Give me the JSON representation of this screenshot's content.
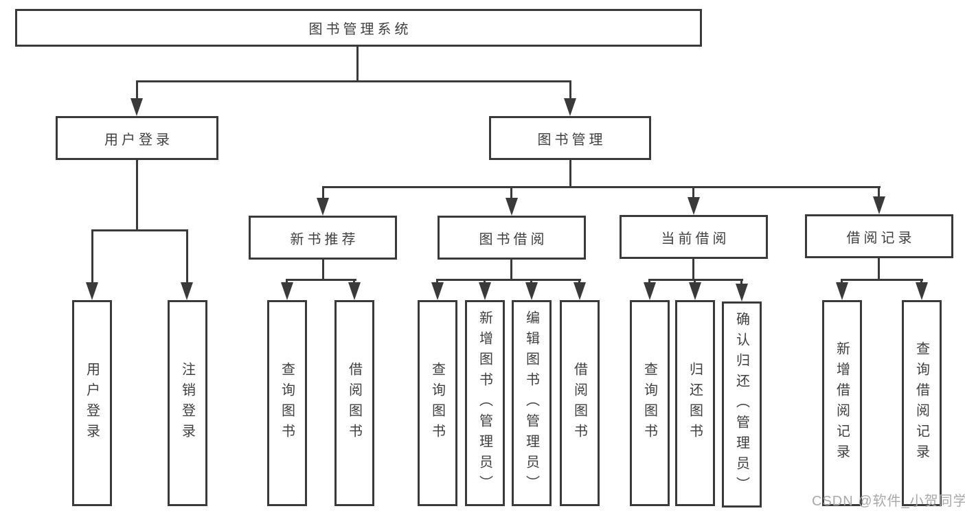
{
  "colors": {
    "line": "#3a3a3a",
    "box_border": "#3a3a3a",
    "box_fill": "#ffffff",
    "label": "#3f3f3f",
    "watermark": "#a9a9a9"
  },
  "tree": {
    "root": {
      "label": "图书管理系统"
    },
    "branches": [
      {
        "label": "用户登录"
      },
      {
        "label": "图书管理"
      }
    ],
    "sections": [
      {
        "label": "新书推荐",
        "parent": "图书管理"
      },
      {
        "label": "图书借阅",
        "parent": "图书管理"
      },
      {
        "label": "当前借阅",
        "parent": "图书管理"
      },
      {
        "label": "借阅记录",
        "parent": "图书管理"
      }
    ],
    "leaves": [
      {
        "label": "用户登录",
        "parent": "用户登录"
      },
      {
        "label": "注销登录",
        "parent": "用户登录"
      },
      {
        "label": "查询图书",
        "parent": "新书推荐"
      },
      {
        "label": "借阅图书",
        "parent": "新书推荐"
      },
      {
        "label": "查询图书",
        "parent": "图书借阅"
      },
      {
        "label": "新增图书（管理员）",
        "parent": "图书借阅"
      },
      {
        "label": "编辑图书（管理员）",
        "parent": "图书借阅"
      },
      {
        "label": "借阅图书",
        "parent": "图书借阅"
      },
      {
        "label": "查询图书",
        "parent": "当前借阅"
      },
      {
        "label": "归还图书",
        "parent": "当前借阅"
      },
      {
        "label": "确认归还（管理员）",
        "parent": "当前借阅"
      },
      {
        "label": "新增借阅记录",
        "parent": "借阅记录"
      },
      {
        "label": "查询借阅记录",
        "parent": "借阅记录"
      }
    ]
  },
  "watermark": {
    "text": "CSDN @软件_小贺同学"
  }
}
